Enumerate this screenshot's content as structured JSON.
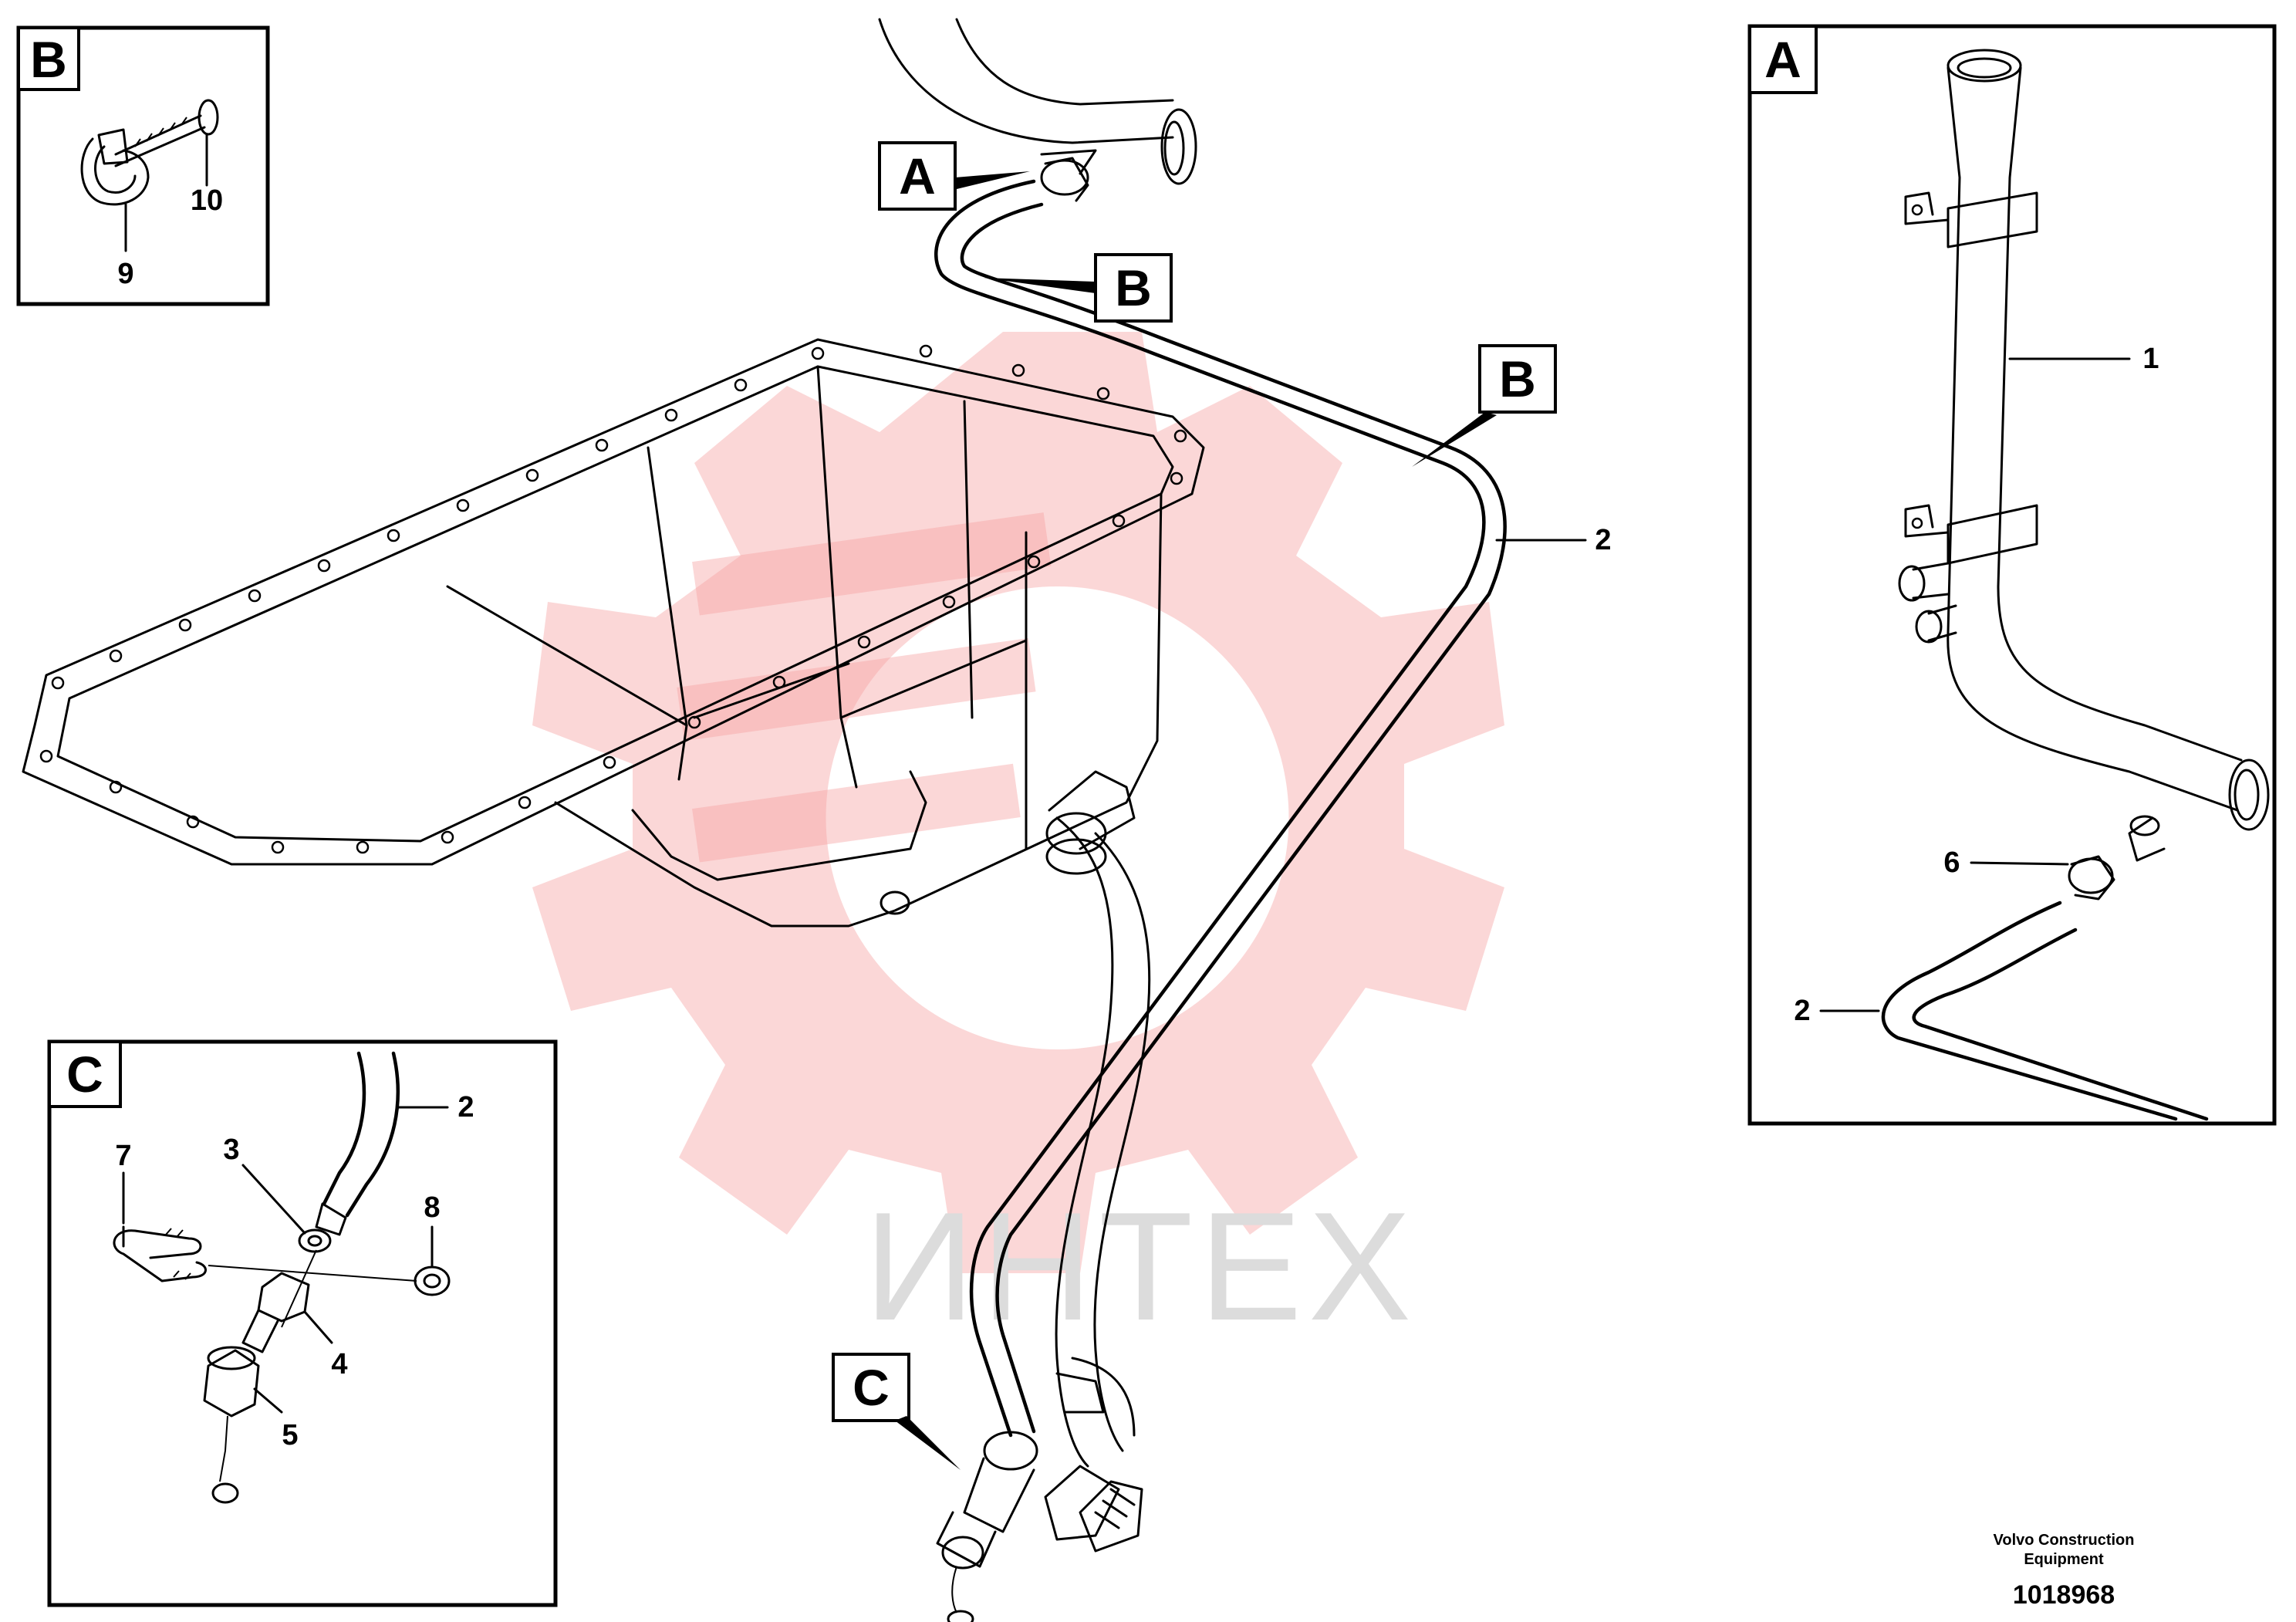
{
  "main_diagram": {
    "callouts": {
      "A": "A",
      "B": "B",
      "C": "C"
    },
    "part_labels": {
      "pipe": "2"
    }
  },
  "detail_a": {
    "title": "A",
    "labels": {
      "dipstick_tube": "1",
      "pipe": "2",
      "clamp": "6"
    }
  },
  "detail_b": {
    "title": "B",
    "labels": {
      "clamp": "9",
      "screw": "10"
    }
  },
  "detail_c": {
    "title": "C",
    "labels": {
      "pipe": "2",
      "washer": "3",
      "nipple": "4",
      "cap": "5",
      "u_bolt": "7",
      "nut": "8"
    }
  },
  "watermark": {
    "text": "ИНТЕХ",
    "color": "#f6a0a0"
  },
  "footer": {
    "company_line1": "Volvo Construction",
    "company_line2": "Equipment",
    "drawing_number": "1018968"
  }
}
